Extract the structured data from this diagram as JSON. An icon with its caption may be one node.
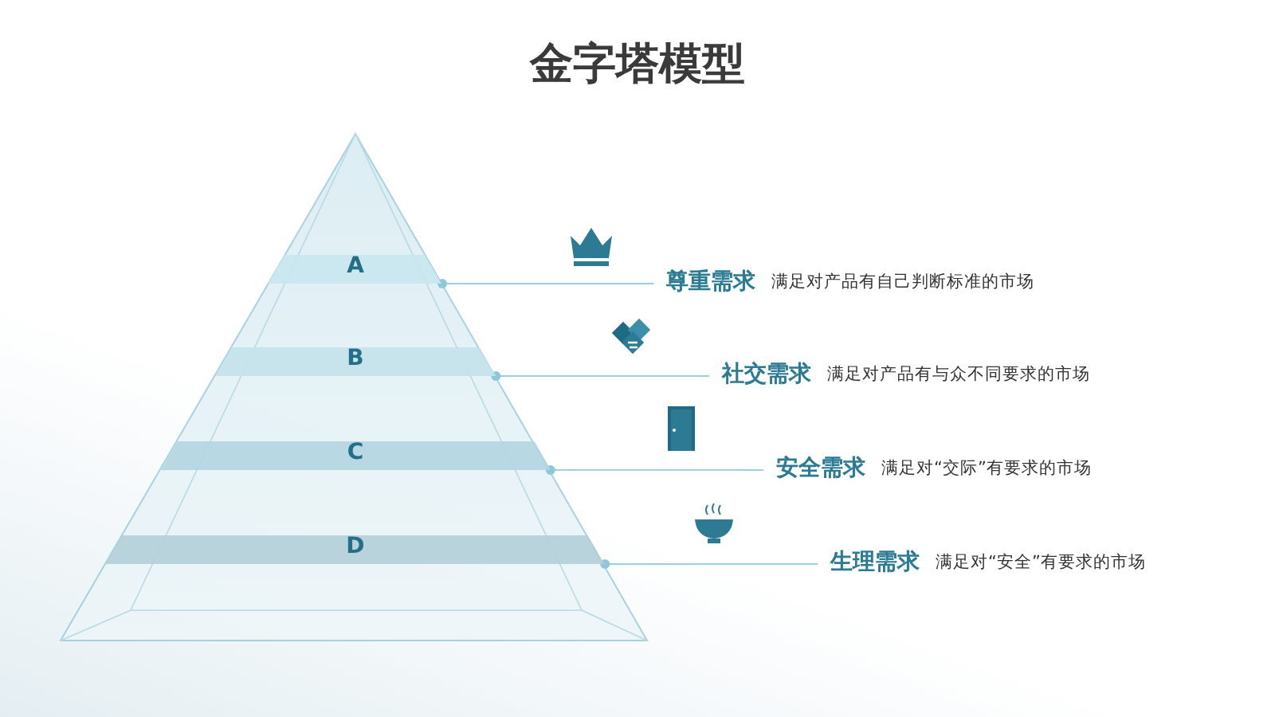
{
  "diagram": {
    "title": "金字塔模型",
    "nodes": [
      {
        "text": [
          "A"
        ]
      },
      {
        "text": [
          "B"
        ]
      },
      {
        "text": [
          "C"
        ]
      },
      {
        "text": [
          "D"
        ]
      },
      {
        "text": [
          "尊重需求",
          "满足对产品有自己判断标准的市场"
        ]
      },
      {
        "text": [
          "社交需求",
          "满足对产品有与众不同要求的市场"
        ]
      },
      {
        "text": [
          "安全需求",
          "满足对“交际”有要求的市场"
        ]
      },
      {
        "text": [
          "生理需求",
          "满足对“安全”有要求的市场"
        ]
      }
    ],
    "edges": [
      {
        "from": 0,
        "to": 4,
        "arrow": "other"
      },
      {
        "from": 1,
        "to": 5,
        "arrow": "other"
      },
      {
        "from": 2,
        "to": 6,
        "arrow": "other"
      },
      {
        "from": 3,
        "to": 7,
        "arrow": "other"
      }
    ]
  }
}
